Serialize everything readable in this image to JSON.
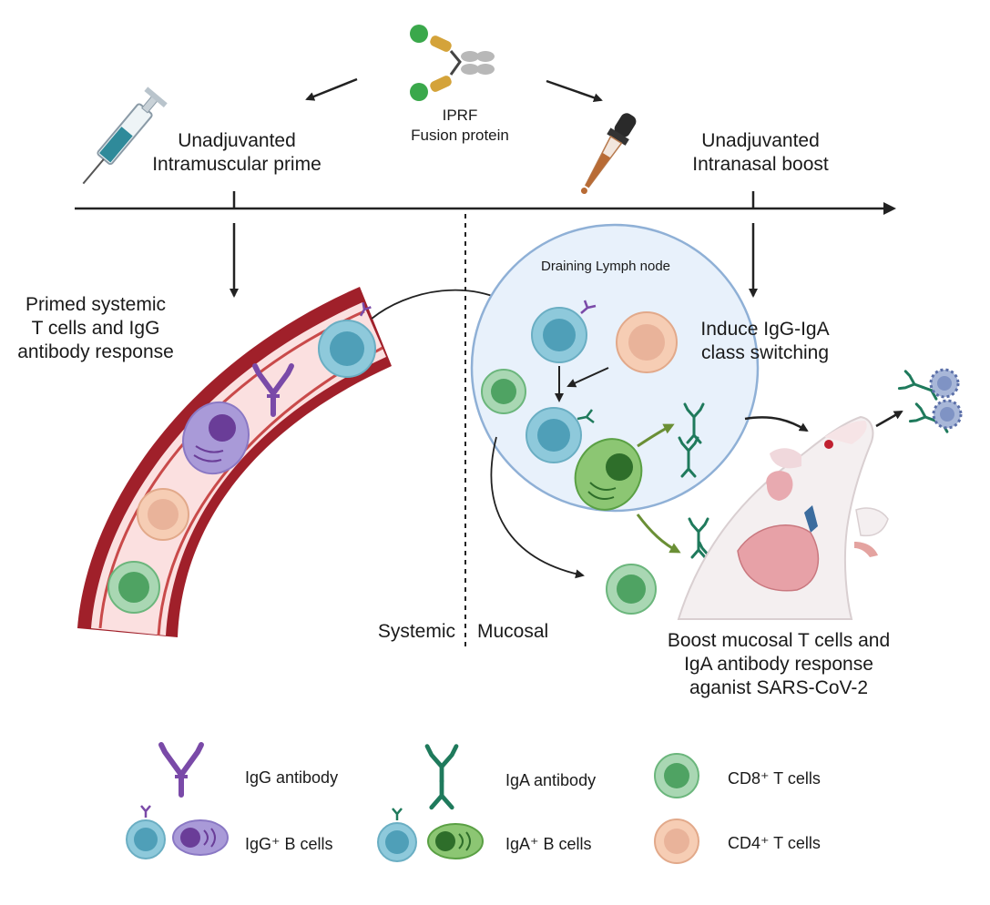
{
  "fusion_protein": {
    "line1": "IPRF",
    "line2": "Fusion protein"
  },
  "prime": {
    "line1": "Unadjuvanted",
    "line2": "Intramuscular prime"
  },
  "boost": {
    "line1": "Unadjuvanted",
    "line2": "Intranasal boost"
  },
  "systemic_response": {
    "line1": "Primed systemic",
    "line2": "T cells and IgG",
    "line3": "antibody response"
  },
  "lymph_node": {
    "label": "Draining Lymph node"
  },
  "class_switch": {
    "line1": "Induce IgG-IgA",
    "line2": "class switching"
  },
  "compartments": {
    "systemic": "Systemic",
    "mucosal": "Mucosal"
  },
  "mucosal_response": {
    "line1": "Boost mucosal T cells and",
    "line2": "IgA antibody response",
    "line3": "aganist SARS-CoV-2"
  },
  "legend": {
    "igg_antibody": "IgG antibody",
    "iga_antibody": "IgA antibody",
    "cd8": "CD8⁺ T cells",
    "igg_b_cells": "IgG⁺ B cells",
    "iga_b_cells": "IgA⁺ B cells",
    "cd4": "CD4⁺ T cells"
  },
  "colors": {
    "igg": "#7a4aa8",
    "iga": "#1f7a5c",
    "b_cell": "#8ec9db",
    "cd8": "#a9d7b3",
    "cd4": "#f6cdb4",
    "vessel_wall": "#a0202a",
    "lymph_node_fill": "#e8f1fb",
    "lymph_node_border": "#8fb0d6"
  }
}
